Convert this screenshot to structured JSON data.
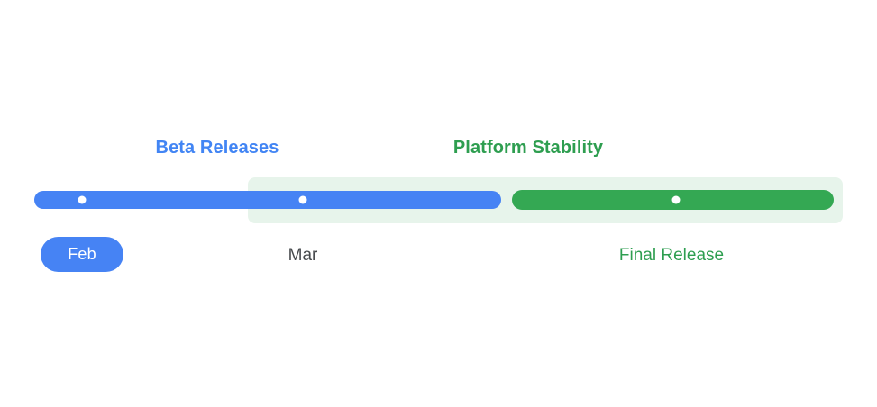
{
  "diagram": {
    "type": "release-timeline",
    "phases": [
      {
        "name": "beta",
        "label": "Beta Releases",
        "color": "#4683f4",
        "label_color": "#4285f4"
      },
      {
        "name": "platform-stability",
        "label": "Platform Stability",
        "color": "#34a853",
        "label_color": "#2e9e50",
        "panel_color": "#e7f4eb"
      }
    ],
    "milestones": [
      {
        "name": "feb",
        "label": "Feb",
        "phase": "beta",
        "style": "blue-pill"
      },
      {
        "name": "mar",
        "label": "Mar",
        "phase": "beta",
        "style": "gray-text"
      },
      {
        "name": "final-release",
        "label": "Final Release",
        "phase": "platform-stability",
        "style": "green-text"
      }
    ],
    "colors": {
      "background": "#ffffff",
      "bar_blue": "#4683f4",
      "bar_green": "#34a853",
      "panel_mint": "#e7f4eb",
      "text_blue": "#4285f4",
      "text_green": "#2e9e50",
      "text_gray": "#474a4d",
      "dot_white": "#ffffff"
    }
  }
}
